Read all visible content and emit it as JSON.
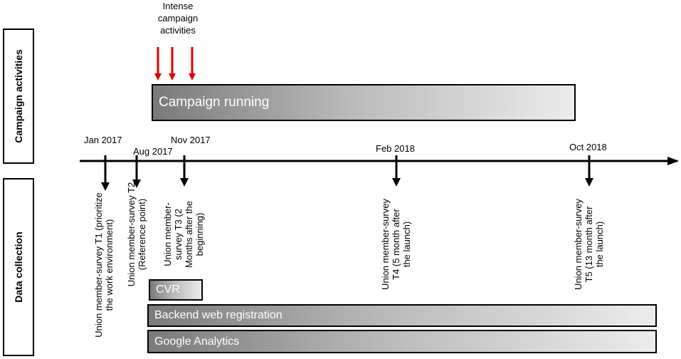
{
  "side_labels": {
    "campaign": "Campaign activities",
    "data": "Data collection"
  },
  "campaign": {
    "note": "Intense\ncampaign\nactivities",
    "bar_label": "Campaign running"
  },
  "timeline": {
    "dates": {
      "jan2017": "Jan 2017",
      "aug2017": "Aug 2017",
      "nov2017": "Nov 2017",
      "feb2018": "Feb 2018",
      "oct2018": "Oct 2018"
    },
    "surveys": {
      "t1": "Union member-survey T1 (prioritize\nthe work environment)",
      "t2": "Union member-survey T2\n(Reference point)",
      "t3": "Union member-\nsurvey T3 (2\nMonths after the\nbeginning)",
      "t4": "Union member-survey\nT4 (5 month after\nthe launch)",
      "t5": "Union member-survey\nT5 (13 month after\nthe launch)"
    }
  },
  "data_bars": {
    "cvr": "CVR",
    "backend": "Backend web registration",
    "ga": "Google Analytics"
  },
  "colors": {
    "campaign_arrow": "#e00000",
    "axis": "#000000"
  }
}
